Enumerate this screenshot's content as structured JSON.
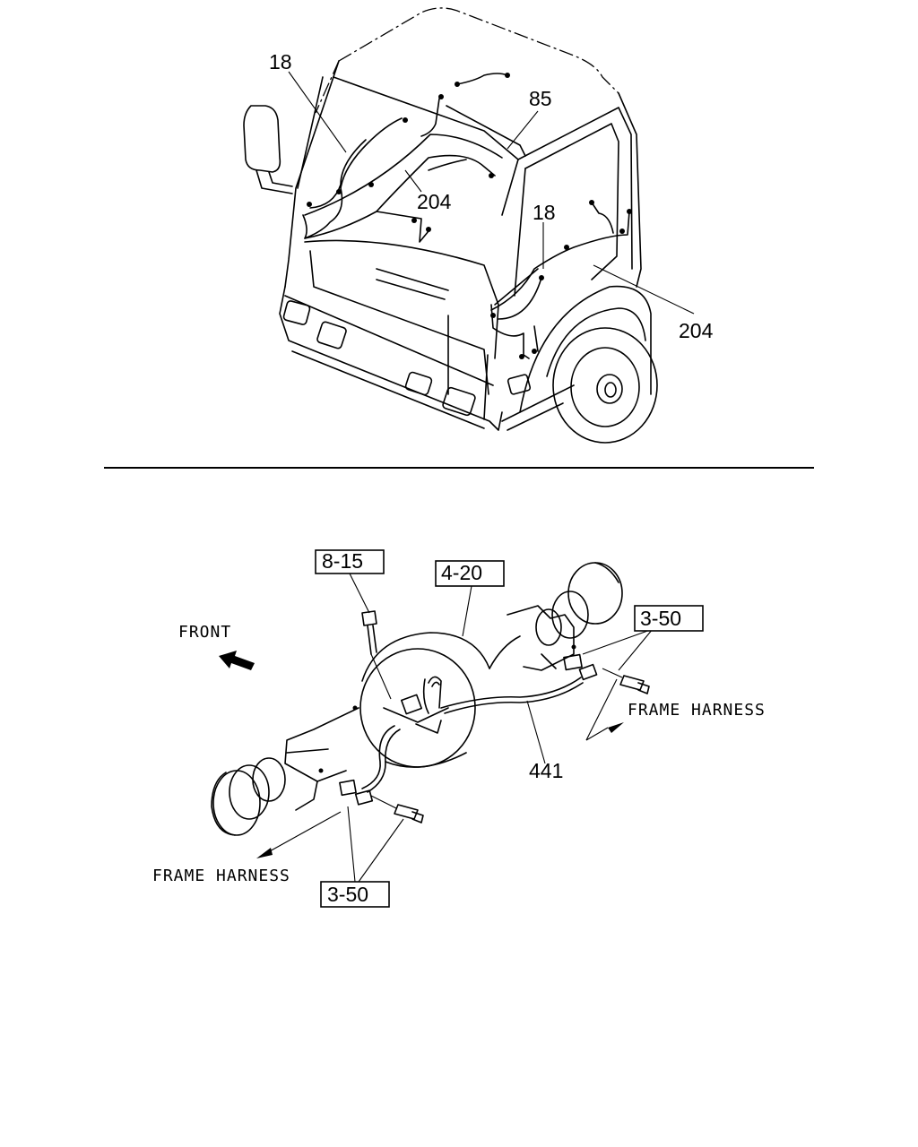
{
  "top_figure": {
    "callouts": {
      "left_18": "18",
      "left_204": "204",
      "roof_85": "85",
      "right_18": "18",
      "right_204": "204"
    }
  },
  "bottom_figure": {
    "front_label": "FRONT",
    "boxed_refs": {
      "bolt_ref": "8-15",
      "axle_ref": "4-20",
      "right_clip_ref": "3-50",
      "left_clip_ref": "3-50"
    },
    "part_441": "441",
    "frame_harness_right": "FRAME HARNESS",
    "frame_harness_left": "FRAME HARNESS"
  }
}
